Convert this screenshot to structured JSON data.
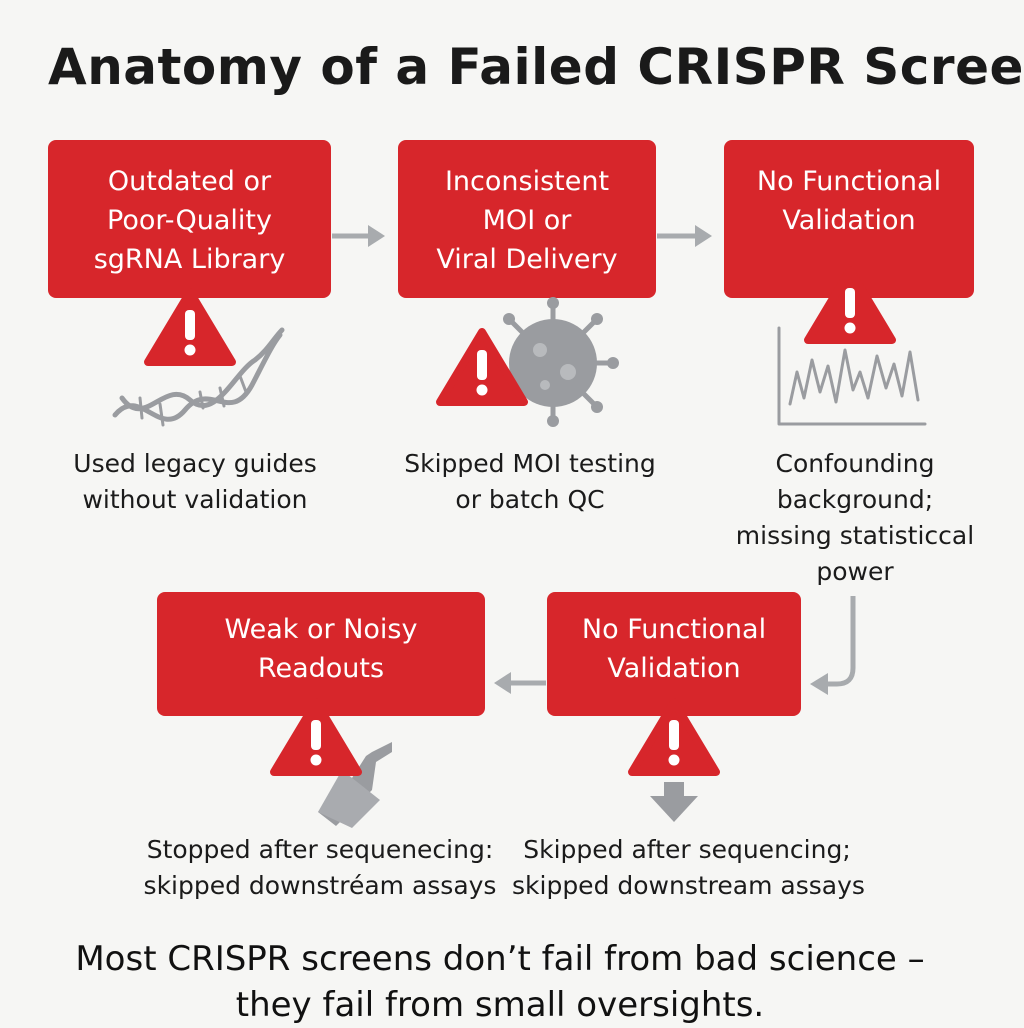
{
  "title": "Anatomy of a Failed CRISPR Screen",
  "steps": [
    {
      "box_lines": [
        "Outdated or",
        "Poor-Quality",
        "sgRNA Library"
      ],
      "icon": "dna-helix-icon",
      "desc_lines": [
        "Used legacy guides",
        "without validation"
      ]
    },
    {
      "box_lines": [
        "Inconsistent",
        "MOI or",
        "Viral Delivery"
      ],
      "icon": "virus-icon",
      "desc_lines": [
        "Skipped MOI testing",
        "or batch QC"
      ]
    },
    {
      "box_lines": [
        "No Functional",
        "Validation"
      ],
      "icon": "line-chart-icon",
      "desc_lines": [
        "Confounding",
        "background;",
        "missing statisticcal",
        "power"
      ]
    },
    {
      "box_lines": [
        "Weak or Noisy",
        "Readouts"
      ],
      "icon": "flask-icon",
      "desc_lines": [
        "Stopped after sequenecing:",
        "skipped downstréam assays"
      ]
    },
    {
      "box_lines": [
        "No Functional",
        "Validation"
      ],
      "icon": "down-arrow-icon",
      "desc_lines": [
        "Skipped after sequencing;",
        "skipped downstream assays"
      ]
    }
  ],
  "warning_icon": "warning-triangle-icon",
  "footer_lines": [
    "Most CRISPR screens don’t fail from bad science –",
    "they fail from small oversights."
  ],
  "colors": {
    "accent": "#d7262b",
    "arrow": "#a8abae",
    "icon_gray": "#9a9ca0",
    "background": "#f6f6f4"
  }
}
